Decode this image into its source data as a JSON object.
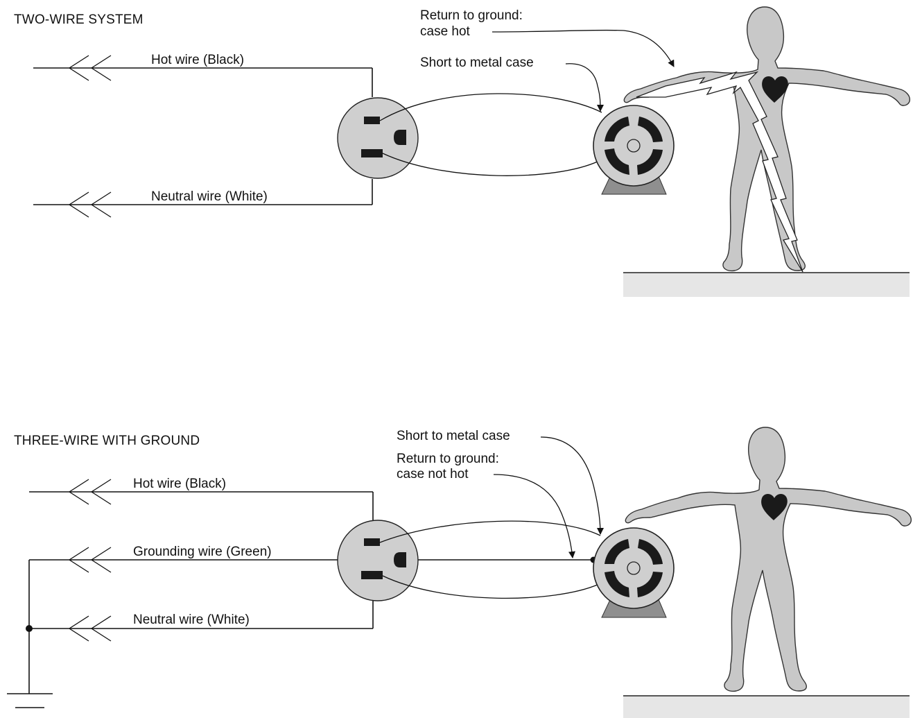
{
  "panel_top": {
    "title": "TWO-WIRE SYSTEM",
    "hot_wire_label": "Hot wire (Black)",
    "neutral_wire_label": "Neutral wire (White)",
    "return_label_line1": "Return to ground:",
    "return_label_line2": "case hot",
    "short_label": "Short to metal case"
  },
  "panel_bottom": {
    "title": "THREE-WIRE WITH GROUND",
    "hot_wire_label": "Hot wire (Black)",
    "grounding_wire_label": "Grounding wire (Green)",
    "neutral_wire_label": "Neutral wire (White)",
    "short_label": "Short to metal case",
    "return_label_line1": "Return to ground:",
    "return_label_line2": "case not hot"
  },
  "icons": {
    "outlet": "outlet-icon",
    "motor": "motor-icon",
    "person": "person-silhouette",
    "heart": "heart-icon",
    "lightning": "lightning-bolt-icon",
    "earth_ground": "earth-ground-icon"
  }
}
